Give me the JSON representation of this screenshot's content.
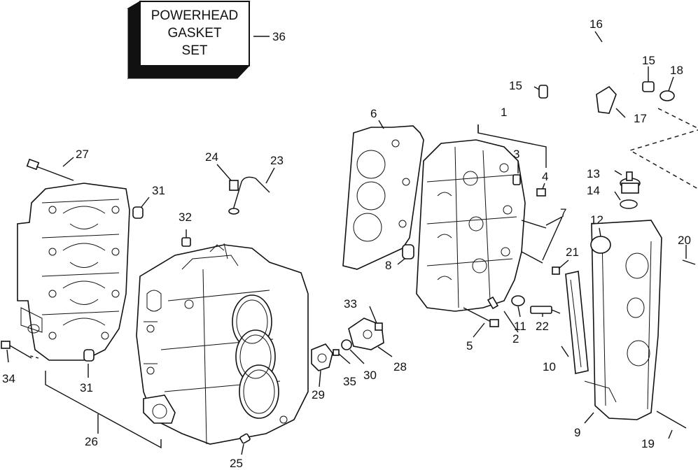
{
  "gasket_box": {
    "lines": [
      "POWERHEAD",
      "GASKET",
      "SET"
    ],
    "ref": "36"
  },
  "callouts": [
    "1",
    "2",
    "3",
    "4",
    "5",
    "6",
    "7",
    "8",
    "9",
    "10",
    "11",
    "12",
    "13",
    "14",
    "15",
    "15",
    "16",
    "17",
    "18",
    "19",
    "20",
    "21",
    "22",
    "23",
    "24",
    "25",
    "26",
    "27",
    "28",
    "29",
    "30",
    "31",
    "31",
    "32",
    "33",
    "34",
    "35"
  ]
}
